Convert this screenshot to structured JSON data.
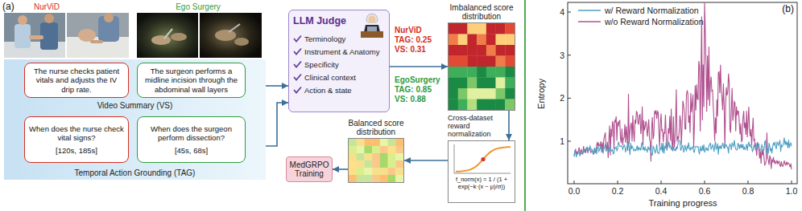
{
  "diagram": {
    "nodes": [
      {
        "text": [
          "Video Summary (VS)"
        ]
      },
      {
        "text": [
          "The nurse checks patient vitals and adjusts the IV drip rate."
        ],
        "in": 0
      },
      {
        "text": [
          "The surgeon performs a midline incision through the abdominal wall layers"
        ],
        "in": 0
      },
      {
        "text": [
          "Temporal Action Grounding (TAG)"
        ]
      },
      {
        "text": [
          "When does the nurse check vital signs?",
          "[120s, 185s]"
        ],
        "in": 3
      },
      {
        "text": [
          "When does the surgeon perform dissection?",
          "[45s, 68s]"
        ],
        "in": 3
      },
      {
        "text": [
          "LLM Judge",
          "Terminology",
          "Instrument & Anatomy",
          "Specificity",
          "Clinical context",
          "Action & state"
        ]
      },
      {
        "text": [
          "Imbalanced score distribution"
        ]
      },
      {
        "text": [
          "Cross-dataset reward normalization",
          "f_norm(x) = 1 / (1 + exp(−k·(x − μ)/σ))"
        ]
      },
      {
        "text": [
          "Balanced score distribution"
        ]
      },
      {
        "text": [
          "MedGRPO Training"
        ]
      }
    ],
    "edges": [
      {
        "from": 0,
        "to": 6,
        "arrow": "to"
      },
      {
        "from": 3,
        "to": 6,
        "arrow": "to"
      },
      {
        "from": 6,
        "to": 7,
        "arrow": "to"
      },
      {
        "from": 7,
        "to": 8,
        "arrow": "to"
      },
      {
        "from": 8,
        "to": 9,
        "arrow": "to"
      },
      {
        "from": 9,
        "to": 10,
        "arrow": "to"
      }
    ],
    "labels": [
      "(a)",
      "NurViD",
      "Ego Surgery",
      "NurViD",
      "TAG: 0.25",
      "VS: 0.31",
      "EgoSurgery",
      "TAG: 0.85",
      "VS: 0.88",
      "(b)",
      "4",
      "3",
      "2",
      "1",
      "0.0",
      "0.2",
      "0.4",
      "0.6",
      "0.8",
      "1.0",
      "Entropy",
      "Training progress"
    ],
    "legend": [
      {
        "text": "w/ Reward Normalization"
      },
      {
        "text": "w/o Reward Normalization"
      }
    ]
  }
}
